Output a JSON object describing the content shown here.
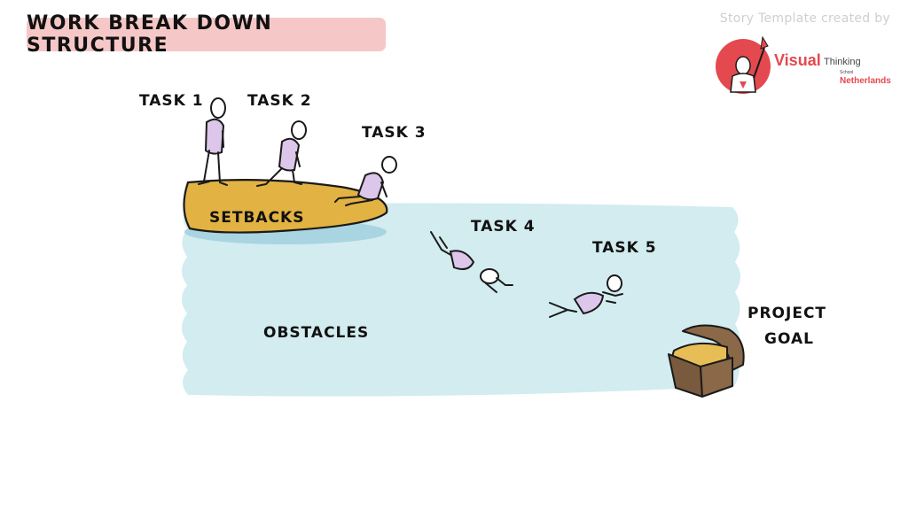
{
  "title": "WORK BREAK DOWN STRUCTURE",
  "credit": "Story Template created by",
  "logo": {
    "word1": "Visual",
    "word2": "Thinking",
    "word3": "School",
    "word4": "Netherlands"
  },
  "labels": {
    "task1": "TASK 1",
    "task2": "TASK 2",
    "task3": "TASK 3",
    "task4": "TASK 4",
    "task5": "TASK 5",
    "setbacks": "SETBACKS",
    "obstacles": "OBSTACLES",
    "project_goal_line1": "PROJECT",
    "project_goal_line2": "GOAL"
  },
  "colors": {
    "title_bg": "#f6c7c7",
    "water": "#d2ecef",
    "raft": "#e2b243",
    "figure_body": "#dcc6ea",
    "chest": "#8a6848",
    "gold": "#e7bd55",
    "logo_red": "#e4494f"
  }
}
